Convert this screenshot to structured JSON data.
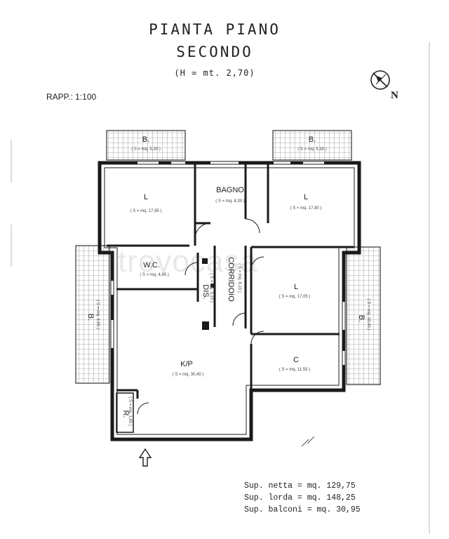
{
  "header": {
    "title_line1": "PIANTA PIANO",
    "title_line2": "SECONDO",
    "height_note": "(H = mt. 2,70)",
    "scale": "RAPP.: 1:100",
    "north_label": "N"
  },
  "rooms": {
    "balcony_left_top": {
      "name": "B.",
      "area": "( S = mq. 5,30 )"
    },
    "balcony_right_top": {
      "name": "B.",
      "area": "( S = mq. 5,30 )"
    },
    "living_left": {
      "name": "L",
      "area": "( S = mq. 17,95 )"
    },
    "bagno": {
      "name": "BAGNO",
      "area": "( S = mq. 8,30 )"
    },
    "living_right": {
      "name": "L",
      "area": "( S = mq. 17,80 )"
    },
    "wc": {
      "name": "W.C.",
      "area": "( S = mq. 4,95 )"
    },
    "dis": {
      "name": "DIS.",
      "area": "( S = mq. 3,10 )"
    },
    "corridoio": {
      "name": "CORRIDOIO",
      "area": "( S = mq. 8,10 )"
    },
    "living_mid": {
      "name": "L",
      "area": "( S = mq. 17,05 )"
    },
    "balcony_left_side": {
      "name": "B.",
      "area": "( S = mq. 9,95 )"
    },
    "balcony_right_side": {
      "name": "B.",
      "area": "( S = mq. 10,40 )"
    },
    "camera": {
      "name": "C",
      "area": "( S = mq. 11,55 )"
    },
    "kp": {
      "name": "K/P",
      "area": "( S = mq. 30,40 )"
    },
    "ripostiglio": {
      "name": "R.",
      "area": "( S = mq. 1,45 )"
    }
  },
  "surfaces": {
    "netta": "Sup. netta = mq. 129,75",
    "lorda": "Sup. lorda = mq. 148,25",
    "balconi": "Sup. balconi = mq. 30,95"
  },
  "watermark": "trovocasa",
  "icons": {
    "compass": "compass-rose-icon",
    "entrance": "entrance-arrow-icon"
  },
  "colors": {
    "wall": "#1a1a1a",
    "hatch": "#555555",
    "paper": "#ffffff"
  }
}
